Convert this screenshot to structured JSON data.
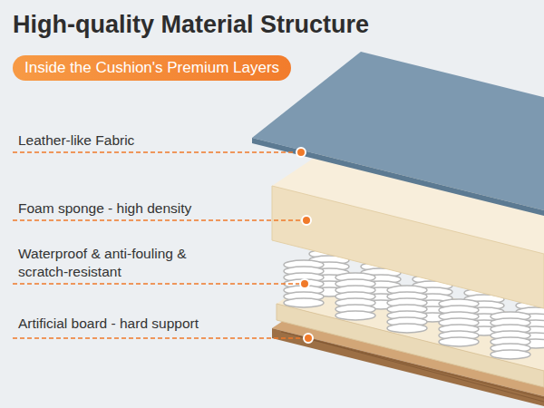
{
  "diagram": {
    "title": "High-quality Material Structure",
    "nodes": [
      {
        "text": [
          "Inside the Cushion's Premium Layers"
        ]
      }
    ],
    "labels": [
      "Leather-like Fabric",
      "Foam sponge - high density",
      "Waterproof & anti-fouling & scratch-resistant",
      "Artificial board - hard support"
    ]
  }
}
